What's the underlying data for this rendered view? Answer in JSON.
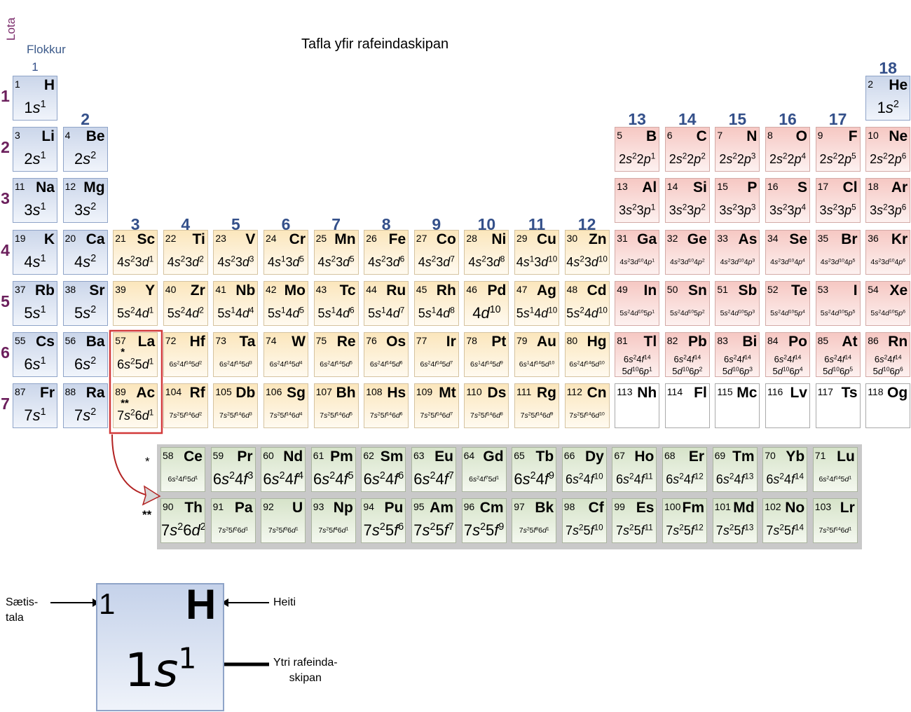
{
  "title": "Tafla yfir rafeindaskipan",
  "period_label": "Lota",
  "group_label": "Flokkur",
  "groups": [
    "1",
    "2",
    "3",
    "4",
    "5",
    "6",
    "7",
    "8",
    "9",
    "10",
    "11",
    "12",
    "13",
    "14",
    "15",
    "16",
    "17",
    "18"
  ],
  "periods": [
    "1",
    "2",
    "3",
    "4",
    "5",
    "6",
    "7"
  ],
  "lanthanide_marker": "*",
  "actinide_marker": "**",
  "colors": {
    "s_block": "#cbd6ea",
    "d_block": "#fbe6bc",
    "p_block": "#f6c8c3",
    "f_block": "#d6e3c9",
    "highlight_box": "#d23a3a",
    "group_numbers": "#34508a",
    "period_numbers": "#6b1f5c"
  },
  "elements": [
    {
      "n": "1",
      "sym": "H",
      "period": 1,
      "group": 1,
      "blk": "s",
      "cfg": "1s^1"
    },
    {
      "n": "2",
      "sym": "He",
      "period": 1,
      "group": 18,
      "blk": "s",
      "cfg": "1s^2"
    },
    {
      "n": "3",
      "sym": "Li",
      "period": 2,
      "group": 1,
      "blk": "s",
      "cfg": "2s^1"
    },
    {
      "n": "4",
      "sym": "Be",
      "period": 2,
      "group": 2,
      "blk": "s",
      "cfg": "2s^2"
    },
    {
      "n": "5",
      "sym": "B",
      "period": 2,
      "group": 13,
      "blk": "p",
      "cfg": "2s^2 2p^1",
      "sz": "med"
    },
    {
      "n": "6",
      "sym": "C",
      "period": 2,
      "group": 14,
      "blk": "p",
      "cfg": "2s^2 2p^2",
      "sz": "med"
    },
    {
      "n": "7",
      "sym": "N",
      "period": 2,
      "group": 15,
      "blk": "p",
      "cfg": "2s^2 2p^3",
      "sz": "med"
    },
    {
      "n": "8",
      "sym": "O",
      "period": 2,
      "group": 16,
      "blk": "p",
      "cfg": "2s^2 2p^4",
      "sz": "med"
    },
    {
      "n": "9",
      "sym": "F",
      "period": 2,
      "group": 17,
      "blk": "p",
      "cfg": "2s^2 2p^5",
      "sz": "med"
    },
    {
      "n": "10",
      "sym": "Ne",
      "period": 2,
      "group": 18,
      "blk": "p",
      "cfg": "2s^2 2p^6",
      "sz": "med"
    },
    {
      "n": "11",
      "sym": "Na",
      "period": 3,
      "group": 1,
      "blk": "s",
      "cfg": "3s^1"
    },
    {
      "n": "12",
      "sym": "Mg",
      "period": 3,
      "group": 2,
      "blk": "s",
      "cfg": "3s^2"
    },
    {
      "n": "13",
      "sym": "Al",
      "period": 3,
      "group": 13,
      "blk": "p",
      "cfg": "3s^2 3p^1",
      "sz": "med"
    },
    {
      "n": "14",
      "sym": "Si",
      "period": 3,
      "group": 14,
      "blk": "p",
      "cfg": "3s^2 3p^2",
      "sz": "med"
    },
    {
      "n": "15",
      "sym": "P",
      "period": 3,
      "group": 15,
      "blk": "p",
      "cfg": "3s^2 3p^3",
      "sz": "med"
    },
    {
      "n": "16",
      "sym": "S",
      "period": 3,
      "group": 16,
      "blk": "p",
      "cfg": "3s^2 3p^4",
      "sz": "med"
    },
    {
      "n": "17",
      "sym": "Cl",
      "period": 3,
      "group": 17,
      "blk": "p",
      "cfg": "3s^2 3p^5",
      "sz": "med"
    },
    {
      "n": "18",
      "sym": "Ar",
      "period": 3,
      "group": 18,
      "blk": "p",
      "cfg": "3s^2 3p^6",
      "sz": "med"
    },
    {
      "n": "19",
      "sym": "K",
      "period": 4,
      "group": 1,
      "blk": "s",
      "cfg": "4s^1"
    },
    {
      "n": "20",
      "sym": "Ca",
      "period": 4,
      "group": 2,
      "blk": "s",
      "cfg": "4s^2"
    },
    {
      "n": "21",
      "sym": "Sc",
      "period": 4,
      "group": 3,
      "blk": "d",
      "cfg": "4s^2 3d^1",
      "sz": "med"
    },
    {
      "n": "22",
      "sym": "Ti",
      "period": 4,
      "group": 4,
      "blk": "d",
      "cfg": "4s^2 3d^2",
      "sz": "med"
    },
    {
      "n": "23",
      "sym": "V",
      "period": 4,
      "group": 5,
      "blk": "d",
      "cfg": "4s^2 3d^3",
      "sz": "med"
    },
    {
      "n": "24",
      "sym": "Cr",
      "period": 4,
      "group": 6,
      "blk": "d",
      "cfg": "4s^1 3d^5",
      "sz": "med"
    },
    {
      "n": "25",
      "sym": "Mn",
      "period": 4,
      "group": 7,
      "blk": "d",
      "cfg": "4s^2 3d^5",
      "sz": "med"
    },
    {
      "n": "26",
      "sym": "Fe",
      "period": 4,
      "group": 8,
      "blk": "d",
      "cfg": "4s^2 3d^6",
      "sz": "med"
    },
    {
      "n": "27",
      "sym": "Co",
      "period": 4,
      "group": 9,
      "blk": "d",
      "cfg": "4s^2 3d^7",
      "sz": "med"
    },
    {
      "n": "28",
      "sym": "Ni",
      "period": 4,
      "group": 10,
      "blk": "d",
      "cfg": "4s^2 3d^8",
      "sz": "med"
    },
    {
      "n": "29",
      "sym": "Cu",
      "period": 4,
      "group": 11,
      "blk": "d",
      "cfg": "4s^1 3d^10",
      "sz": "med"
    },
    {
      "n": "30",
      "sym": "Zn",
      "period": 4,
      "group": 12,
      "blk": "d",
      "cfg": "4s^2 3d^10",
      "sz": "med"
    },
    {
      "n": "31",
      "sym": "Ga",
      "period": 4,
      "group": 13,
      "blk": "p",
      "cfg": "4s^2 3d^10 4p^1",
      "sz": "xs"
    },
    {
      "n": "32",
      "sym": "Ge",
      "period": 4,
      "group": 14,
      "blk": "p",
      "cfg": "4s^2 3d^10 4p^2",
      "sz": "xs"
    },
    {
      "n": "33",
      "sym": "As",
      "period": 4,
      "group": 15,
      "blk": "p",
      "cfg": "4s^2 3d^10 4p^3",
      "sz": "xs"
    },
    {
      "n": "34",
      "sym": "Se",
      "period": 4,
      "group": 16,
      "blk": "p",
      "cfg": "4s^2 3d^10 4p^4",
      "sz": "xs"
    },
    {
      "n": "35",
      "sym": "Br",
      "period": 4,
      "group": 17,
      "blk": "p",
      "cfg": "4s^2 3d^10 4p^5",
      "sz": "xs"
    },
    {
      "n": "36",
      "sym": "Kr",
      "period": 4,
      "group": 18,
      "blk": "p",
      "cfg": "4s^2 3d^10 4p^6",
      "sz": "xs"
    },
    {
      "n": "37",
      "sym": "Rb",
      "period": 5,
      "group": 1,
      "blk": "s",
      "cfg": "5s^1"
    },
    {
      "n": "38",
      "sym": "Sr",
      "period": 5,
      "group": 2,
      "blk": "s",
      "cfg": "5s^2"
    },
    {
      "n": "39",
      "sym": "Y",
      "period": 5,
      "group": 3,
      "blk": "d",
      "cfg": "5s^2 4d^1",
      "sz": "med"
    },
    {
      "n": "40",
      "sym": "Zr",
      "period": 5,
      "group": 4,
      "blk": "d",
      "cfg": "5s^2 4d^2",
      "sz": "med"
    },
    {
      "n": "41",
      "sym": "Nb",
      "period": 5,
      "group": 5,
      "blk": "d",
      "cfg": "5s^1 4d^4",
      "sz": "med"
    },
    {
      "n": "42",
      "sym": "Mo",
      "period": 5,
      "group": 6,
      "blk": "d",
      "cfg": "5s^1 4d^5",
      "sz": "med"
    },
    {
      "n": "43",
      "sym": "Tc",
      "period": 5,
      "group": 7,
      "blk": "d",
      "cfg": "5s^1 4d^6",
      "sz": "med"
    },
    {
      "n": "44",
      "sym": "Ru",
      "period": 5,
      "group": 8,
      "blk": "d",
      "cfg": "5s^1 4d^7",
      "sz": "med"
    },
    {
      "n": "45",
      "sym": "Rh",
      "period": 5,
      "group": 9,
      "blk": "d",
      "cfg": "5s^1 4d^8",
      "sz": "med"
    },
    {
      "n": "46",
      "sym": "Pd",
      "period": 5,
      "group": 10,
      "blk": "d",
      "cfg": "4d^10",
      "sz": "big"
    },
    {
      "n": "47",
      "sym": "Ag",
      "period": 5,
      "group": 11,
      "blk": "d",
      "cfg": "5s^1 4d^10",
      "sz": "med"
    },
    {
      "n": "48",
      "sym": "Cd",
      "period": 5,
      "group": 12,
      "blk": "d",
      "cfg": "5s^2 4d^10",
      "sz": "med"
    },
    {
      "n": "49",
      "sym": "In",
      "period": 5,
      "group": 13,
      "blk": "p",
      "cfg": "5s^2 4d^10 5p^1",
      "sz": "xs"
    },
    {
      "n": "50",
      "sym": "Sn",
      "period": 5,
      "group": 14,
      "blk": "p",
      "cfg": "5s^2 4d^10 5p^2",
      "sz": "xs"
    },
    {
      "n": "51",
      "sym": "Sb",
      "period": 5,
      "group": 15,
      "blk": "p",
      "cfg": "5s^2 4d^10 5p^3",
      "sz": "xs"
    },
    {
      "n": "52",
      "sym": "Te",
      "period": 5,
      "group": 16,
      "blk": "p",
      "cfg": "5s^2 4d^10 5p^4",
      "sz": "xs"
    },
    {
      "n": "53",
      "sym": "I",
      "period": 5,
      "group": 17,
      "blk": "p",
      "cfg": "5s^2 4d^10 5p^5",
      "sz": "xs"
    },
    {
      "n": "54",
      "sym": "Xe",
      "period": 5,
      "group": 18,
      "blk": "p",
      "cfg": "5s^2 4d^10 5p^6",
      "sz": "xs"
    },
    {
      "n": "55",
      "sym": "Cs",
      "period": 6,
      "group": 1,
      "blk": "s",
      "cfg": "6s^1"
    },
    {
      "n": "56",
      "sym": "Ba",
      "period": 6,
      "group": 2,
      "blk": "s",
      "cfg": "6s^2"
    },
    {
      "n": "57",
      "sym": "La",
      "period": 6,
      "group": 3,
      "blk": "d",
      "cfg": "6s^2 5d^1",
      "sz": "med",
      "star": "*",
      "hl": true
    },
    {
      "n": "72",
      "sym": "Hf",
      "period": 6,
      "group": 4,
      "blk": "d",
      "cfg": "6s^2 4f^14 5d^2",
      "sz": "xs"
    },
    {
      "n": "73",
      "sym": "Ta",
      "period": 6,
      "group": 5,
      "blk": "d",
      "cfg": "6s^2 4f^14 5d^3",
      "sz": "xs"
    },
    {
      "n": "74",
      "sym": "W",
      "period": 6,
      "group": 6,
      "blk": "d",
      "cfg": "6s^2 4f^14 5d^4",
      "sz": "xs"
    },
    {
      "n": "75",
      "sym": "Re",
      "period": 6,
      "group": 7,
      "blk": "d",
      "cfg": "6s^2 4f^14 5d^5",
      "sz": "xs"
    },
    {
      "n": "76",
      "sym": "Os",
      "period": 6,
      "group": 8,
      "blk": "d",
      "cfg": "6s^2 4f^14 5d^6",
      "sz": "xs"
    },
    {
      "n": "77",
      "sym": "Ir",
      "period": 6,
      "group": 9,
      "blk": "d",
      "cfg": "6s^2 4f^14 5d^7",
      "sz": "xs"
    },
    {
      "n": "78",
      "sym": "Pt",
      "period": 6,
      "group": 10,
      "blk": "d",
      "cfg": "6s^1 4f^14 5d^9",
      "sz": "xs"
    },
    {
      "n": "79",
      "sym": "Au",
      "period": 6,
      "group": 11,
      "blk": "d",
      "cfg": "6s^1 4f^14 5d^10",
      "sz": "xs"
    },
    {
      "n": "80",
      "sym": "Hg",
      "period": 6,
      "group": 12,
      "blk": "d",
      "cfg": "6s^2 4f^14 5d^10",
      "sz": "xs"
    },
    {
      "n": "81",
      "sym": "Tl",
      "period": 6,
      "group": 13,
      "blk": "p",
      "cfg": "6s^2 4f^14",
      "cfg2": "5d^10 6p^1",
      "sz": "two"
    },
    {
      "n": "82",
      "sym": "Pb",
      "period": 6,
      "group": 14,
      "blk": "p",
      "cfg": "6s^2 4f^14",
      "cfg2": "5d^10 6p^2",
      "sz": "two"
    },
    {
      "n": "83",
      "sym": "Bi",
      "period": 6,
      "group": 15,
      "blk": "p",
      "cfg": "6s^2 4f^14",
      "cfg2": "5d^10 6p^3",
      "sz": "two"
    },
    {
      "n": "84",
      "sym": "Po",
      "period": 6,
      "group": 16,
      "blk": "p",
      "cfg": "6s^2 4f^14",
      "cfg2": "5d^10 6p^4",
      "sz": "two"
    },
    {
      "n": "85",
      "sym": "At",
      "period": 6,
      "group": 17,
      "blk": "p",
      "cfg": "6s^2 4f^14",
      "cfg2": "5d^10 6p^5",
      "sz": "two"
    },
    {
      "n": "86",
      "sym": "Rn",
      "period": 6,
      "group": 18,
      "blk": "p",
      "cfg": "6s^2 4f^14",
      "cfg2": "5d^10 6p^6",
      "sz": "two"
    },
    {
      "n": "87",
      "sym": "Fr",
      "period": 7,
      "group": 1,
      "blk": "s",
      "cfg": "7s^1"
    },
    {
      "n": "88",
      "sym": "Ra",
      "period": 7,
      "group": 2,
      "blk": "s",
      "cfg": "7s^2"
    },
    {
      "n": "89",
      "sym": "Ac",
      "period": 7,
      "group": 3,
      "blk": "d",
      "cfg": "7s^2 6d^1",
      "sz": "med",
      "star": "**",
      "hl": true
    },
    {
      "n": "104",
      "sym": "Rf",
      "period": 7,
      "group": 4,
      "blk": "d",
      "cfg": "7s^2 5f^14 6d^2",
      "sz": "xs"
    },
    {
      "n": "105",
      "sym": "Db",
      "period": 7,
      "group": 5,
      "blk": "d",
      "cfg": "7s^2 5f^14 6d^3",
      "sz": "xs"
    },
    {
      "n": "106",
      "sym": "Sg",
      "period": 7,
      "group": 6,
      "blk": "d",
      "cfg": "7s^2 5f^14 6d^4",
      "sz": "xs"
    },
    {
      "n": "107",
      "sym": "Bh",
      "period": 7,
      "group": 7,
      "blk": "d",
      "cfg": "7s^2 5f^14 6d^5",
      "sz": "xs"
    },
    {
      "n": "108",
      "sym": "Hs",
      "period": 7,
      "group": 8,
      "blk": "d",
      "cfg": "7s^2 5f^14 6d^6",
      "sz": "xs"
    },
    {
      "n": "109",
      "sym": "Mt",
      "period": 7,
      "group": 9,
      "blk": "d",
      "cfg": "7s^2 5f^14 6d^7",
      "sz": "xs"
    },
    {
      "n": "110",
      "sym": "Ds",
      "period": 7,
      "group": 10,
      "blk": "d",
      "cfg": "7s^2 5f^14 6d^8",
      "sz": "xs"
    },
    {
      "n": "111",
      "sym": "Rg",
      "period": 7,
      "group": 11,
      "blk": "d",
      "cfg": "7s^2 5f^14 6d^9",
      "sz": "xs"
    },
    {
      "n": "112",
      "sym": "Cn",
      "period": 7,
      "group": 12,
      "blk": "d",
      "cfg": "7s^2 5f^14 6d^10",
      "sz": "xs"
    },
    {
      "n": "113",
      "sym": "Nh",
      "period": 7,
      "group": 13,
      "blk": "u",
      "cfg": ""
    },
    {
      "n": "114",
      "sym": "Fl",
      "period": 7,
      "group": 14,
      "blk": "u",
      "cfg": ""
    },
    {
      "n": "115",
      "sym": "Mc",
      "period": 7,
      "group": 15,
      "blk": "u",
      "cfg": ""
    },
    {
      "n": "116",
      "sym": "Lv",
      "period": 7,
      "group": 16,
      "blk": "u",
      "cfg": ""
    },
    {
      "n": "117",
      "sym": "Ts",
      "period": 7,
      "group": 17,
      "blk": "u",
      "cfg": ""
    },
    {
      "n": "118",
      "sym": "Og",
      "period": 7,
      "group": 18,
      "blk": "u",
      "cfg": ""
    },
    {
      "n": "58",
      "sym": "Ce",
      "row": "f1",
      "col": 1,
      "blk": "f",
      "cfg": "6s^2 4f^1 5d^1",
      "sz": "xs"
    },
    {
      "n": "59",
      "sym": "Pr",
      "row": "f1",
      "col": 2,
      "blk": "f",
      "cfg": "6s^2 4f^3",
      "sz": "big"
    },
    {
      "n": "60",
      "sym": "Nd",
      "row": "f1",
      "col": 3,
      "blk": "f",
      "cfg": "6s^2 4f^4",
      "sz": "big"
    },
    {
      "n": "61",
      "sym": "Pm",
      "row": "f1",
      "col": 4,
      "blk": "f",
      "cfg": "6s^2 4f^5",
      "sz": "big"
    },
    {
      "n": "62",
      "sym": "Sm",
      "row": "f1",
      "col": 5,
      "blk": "f",
      "cfg": "6s^2 4f^6",
      "sz": "big"
    },
    {
      "n": "63",
      "sym": "Eu",
      "row": "f1",
      "col": 6,
      "blk": "f",
      "cfg": "6s^2 4f^7",
      "sz": "big"
    },
    {
      "n": "64",
      "sym": "Gd",
      "row": "f1",
      "col": 7,
      "blk": "f",
      "cfg": "6s^2 4f^7 5d^1",
      "sz": "xs"
    },
    {
      "n": "65",
      "sym": "Tb",
      "row": "f1",
      "col": 8,
      "blk": "f",
      "cfg": "6s^2 4f^9",
      "sz": "big"
    },
    {
      "n": "66",
      "sym": "Dy",
      "row": "f1",
      "col": 9,
      "blk": "f",
      "cfg": "6s^2 4f^10",
      "sz": "med"
    },
    {
      "n": "67",
      "sym": "Ho",
      "row": "f1",
      "col": 10,
      "blk": "f",
      "cfg": "6s^2 4f^11",
      "sz": "med"
    },
    {
      "n": "68",
      "sym": "Er",
      "row": "f1",
      "col": 11,
      "blk": "f",
      "cfg": "6s^2 4f^12",
      "sz": "med"
    },
    {
      "n": "69",
      "sym": "Tm",
      "row": "f1",
      "col": 12,
      "blk": "f",
      "cfg": "6s^2 4f^13",
      "sz": "med"
    },
    {
      "n": "70",
      "sym": "Yb",
      "row": "f1",
      "col": 13,
      "blk": "f",
      "cfg": "6s^2 4f^14",
      "sz": "med"
    },
    {
      "n": "71",
      "sym": "Lu",
      "row": "f1",
      "col": 14,
      "blk": "f",
      "cfg": "6s^2 4f^14 5d^1",
      "sz": "xs"
    },
    {
      "n": "90",
      "sym": "Th",
      "row": "f2",
      "col": 1,
      "blk": "f",
      "cfg": "7s^2 6d^2",
      "sz": "big"
    },
    {
      "n": "91",
      "sym": "Pa",
      "row": "f2",
      "col": 2,
      "blk": "f",
      "cfg": "7s^2 5f^2 6d^1",
      "sz": "xs"
    },
    {
      "n": "92",
      "sym": "U",
      "row": "f2",
      "col": 3,
      "blk": "f",
      "cfg": "7s^2 5f^3 6d^1",
      "sz": "xs"
    },
    {
      "n": "93",
      "sym": "Np",
      "row": "f2",
      "col": 4,
      "blk": "f",
      "cfg": "7s^2 5f^4 6d^1",
      "sz": "xs"
    },
    {
      "n": "94",
      "sym": "Pu",
      "row": "f2",
      "col": 5,
      "blk": "f",
      "cfg": "7s^2 5f^6",
      "sz": "big"
    },
    {
      "n": "95",
      "sym": "Am",
      "row": "f2",
      "col": 6,
      "blk": "f",
      "cfg": "7s^2 5f^7",
      "sz": "big"
    },
    {
      "n": "96",
      "sym": "Cm",
      "row": "f2",
      "col": 7,
      "blk": "f",
      "cfg": "7s^2 5f^9",
      "sz": "big"
    },
    {
      "n": "97",
      "sym": "Bk",
      "row": "f2",
      "col": 8,
      "blk": "f",
      "cfg": "7s^2 5f^8 6d^1",
      "sz": "xs"
    },
    {
      "n": "98",
      "sym": "Cf",
      "row": "f2",
      "col": 9,
      "blk": "f",
      "cfg": "7s^2 5f^10",
      "sz": "med"
    },
    {
      "n": "99",
      "sym": "Es",
      "row": "f2",
      "col": 10,
      "blk": "f",
      "cfg": "7s^2 5f^11",
      "sz": "med"
    },
    {
      "n": "100",
      "sym": "Fm",
      "row": "f2",
      "col": 11,
      "blk": "f",
      "cfg": "7s^2 5f^12",
      "sz": "med"
    },
    {
      "n": "101",
      "sym": "Md",
      "row": "f2",
      "col": 12,
      "blk": "f",
      "cfg": "7s^2 5f^13",
      "sz": "med"
    },
    {
      "n": "102",
      "sym": "No",
      "row": "f2",
      "col": 13,
      "blk": "f",
      "cfg": "7s^2 5f^14",
      "sz": "med"
    },
    {
      "n": "103",
      "sym": "Lr",
      "row": "f2",
      "col": 14,
      "blk": "f",
      "cfg": "7s^2 5f^14 6d^1",
      "sz": "xs"
    }
  ],
  "key": {
    "atomic_number": "1",
    "symbol": "H",
    "configuration": "1s^1",
    "label_number_line1": "Sætis-",
    "label_number_line2": "tala",
    "label_symbol": "Heiti",
    "label_config_line1": "Ytri rafeinda-",
    "label_config_line2": "skipan"
  }
}
